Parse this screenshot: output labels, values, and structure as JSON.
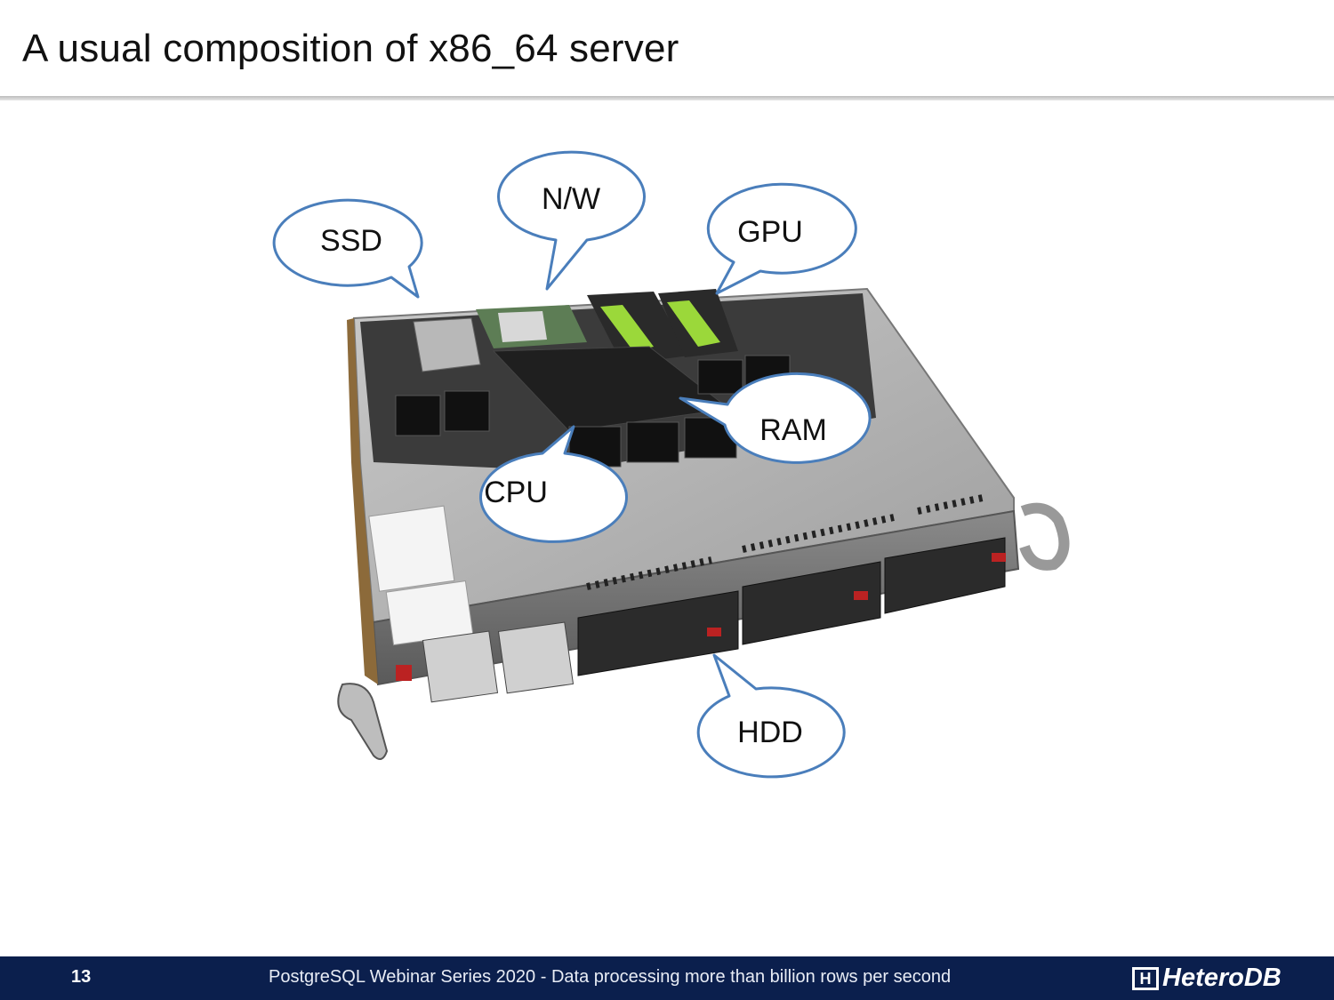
{
  "slide": {
    "title": "A usual composition of x86_64 server"
  },
  "callouts": {
    "ssd": "SSD",
    "network": "N/W",
    "gpu": "GPU",
    "ram": "RAM",
    "cpu": "CPU",
    "hdd": "HDD"
  },
  "footer": {
    "page_number": "13",
    "text": "PostgreSQL Webinar Series 2020 - Data processing more than billion rows per second",
    "logo": "HeteroDB"
  },
  "colors": {
    "footer_bg": "#0b1f4d",
    "bubble_stroke": "#4a7ebb"
  }
}
